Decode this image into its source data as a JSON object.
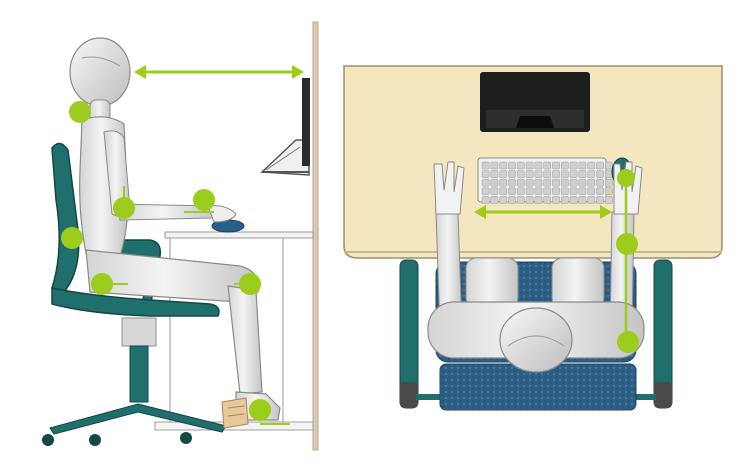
{
  "figure": {
    "left_panel": "side-view-seated-posture",
    "right_panel": "top-view-desk-layout"
  },
  "colors": {
    "accent_green": "#9ccc1c",
    "chair_teal": "#1f6f6c",
    "chair_teal_dark": "#134846",
    "mannequin": "#e8e8e8",
    "mannequin_shade": "#c8c8c8",
    "desk_top": "#f4e6bf",
    "carpet_blue": "#2d5f86",
    "wall": "#d9c9b0"
  },
  "icons": {
    "monitor": "laptop-monitor-icon",
    "keyboard": "keyboard-icon",
    "mouse": "mouse-icon",
    "footrest": "footrest-icon"
  },
  "markers": {
    "side_view": [
      "neck",
      "shoulder",
      "elbow",
      "wrist",
      "lower-back",
      "hip",
      "knee",
      "ankle"
    ],
    "top_view": [
      "hand",
      "elbow",
      "shoulder"
    ]
  },
  "arrows": {
    "side_view": "eye-to-screen-distance",
    "top_view": "keyboard-reach-width"
  }
}
